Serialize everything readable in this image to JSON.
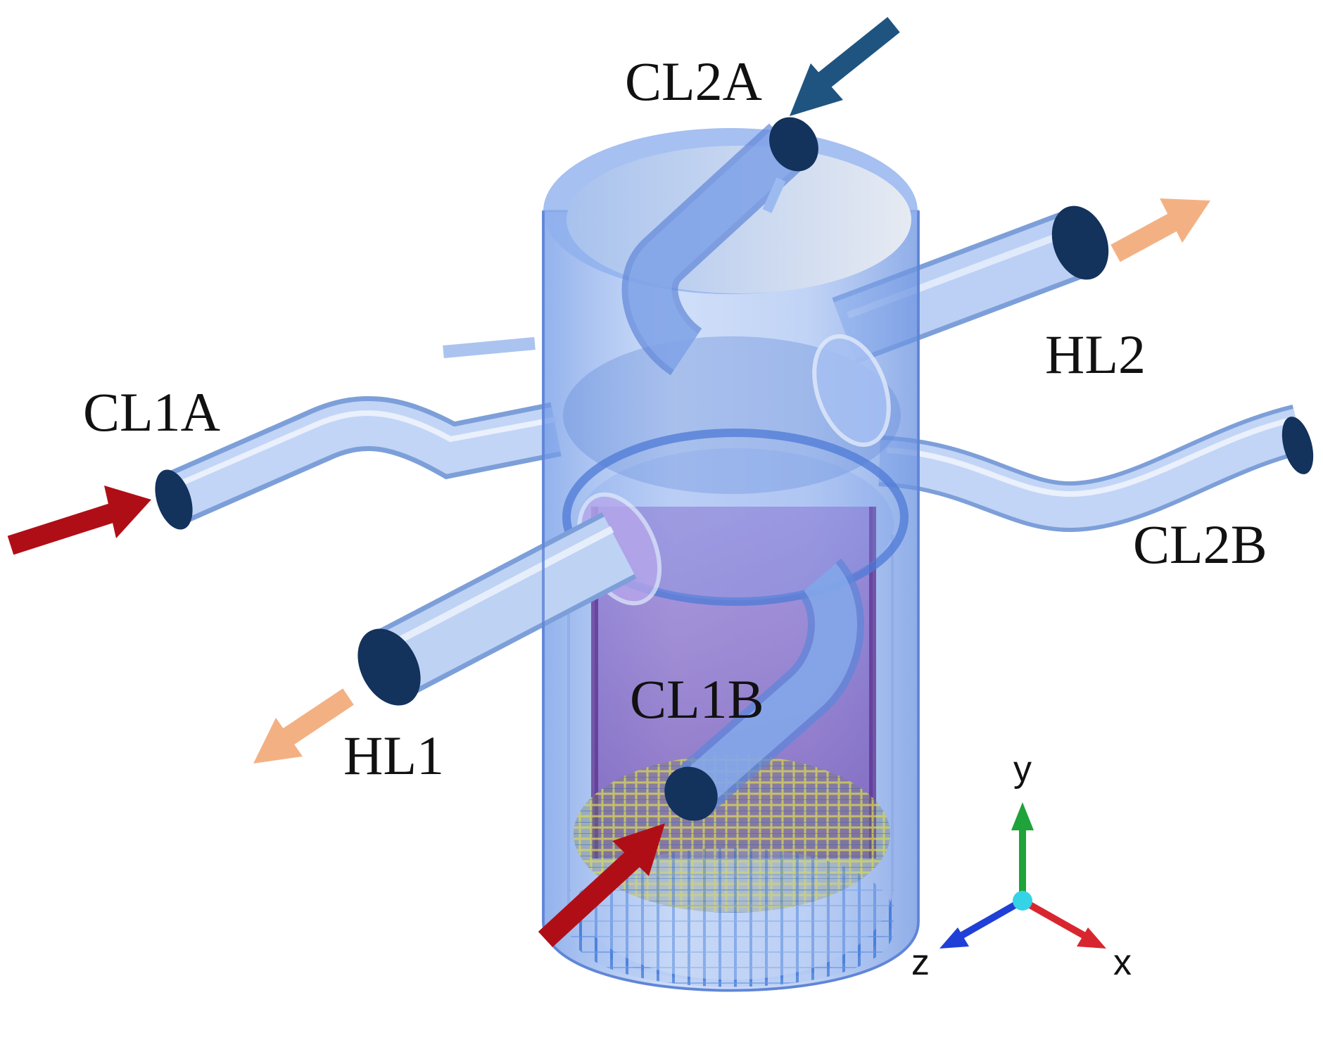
{
  "labels": {
    "cl2a": "CL2A",
    "hl2": "HL2",
    "cl1a": "CL1A",
    "cl2b": "CL2B",
    "cl1b": "CL1B",
    "hl1": "HL1"
  },
  "axes": {
    "x": "x",
    "y": "y",
    "z": "z"
  },
  "colors": {
    "vessel": "#7fa8ec",
    "pipe": "#b6cdf4",
    "pipe_end": "#12325e",
    "core_purple": "#7a4fb8",
    "inlet_arrow": "#b00e16",
    "cl2a_arrow": "#1f5480",
    "outlet_arrow": "#f3b183",
    "axis_x": "#d8262f",
    "axis_y": "#1fa33a",
    "axis_z": "#1f3fd6",
    "axis_origin": "#35d3e6"
  }
}
